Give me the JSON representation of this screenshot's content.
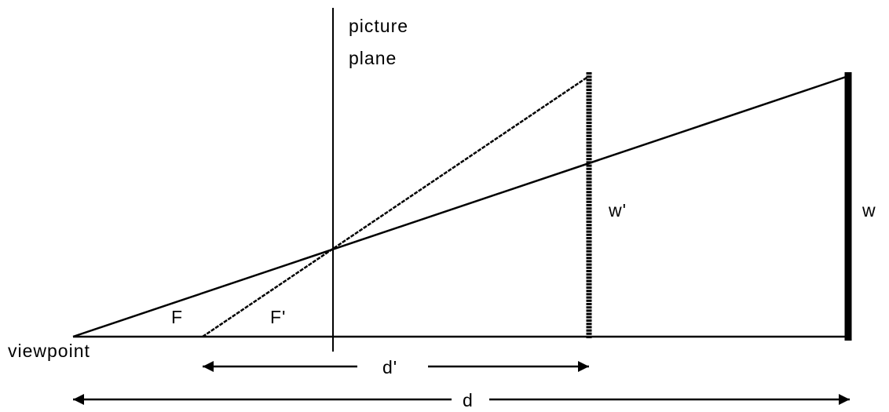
{
  "labels": {
    "picture_plane_line1": "picture",
    "picture_plane_line2": "plane",
    "viewpoint": "viewpoint",
    "angle_f": "F",
    "angle_f_prime": "F'",
    "width_w_prime": "w'",
    "width_w": "w",
    "distance_d_prime": "d'",
    "distance_d": "d"
  },
  "colors": {
    "ink": "#000000",
    "background": "#ffffff"
  }
}
